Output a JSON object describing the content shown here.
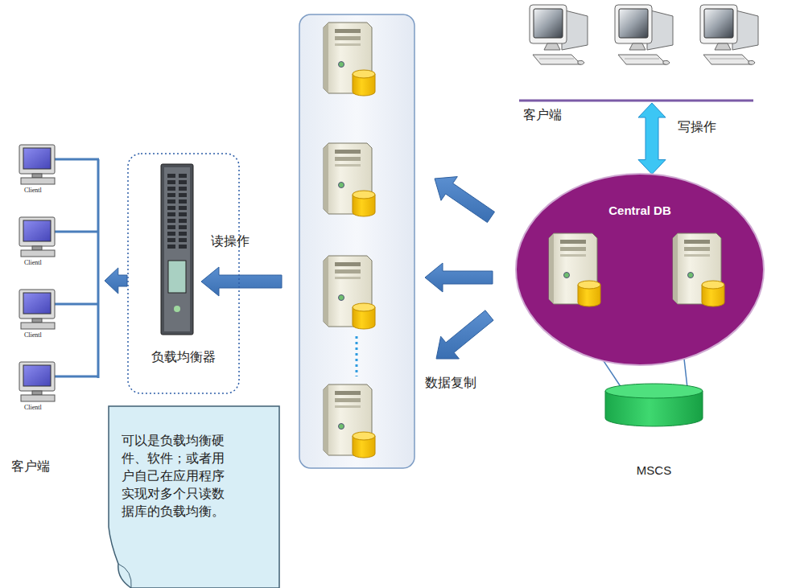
{
  "diagram": {
    "nodes": [
      {
        "text": [
          "客户端"
        ]
      },
      {
        "text": [
          "Clientl"
        ],
        "in": 0
      },
      {
        "text": [
          "Clientl"
        ],
        "in": 0
      },
      {
        "text": [
          "Clientl"
        ],
        "in": 0
      },
      {
        "text": [
          "Clientl"
        ],
        "in": 0
      },
      {
        "text": [
          "负载均衡器"
        ]
      },
      {
        "text": [
          "可以是负载均衡硬件、软件；或者用户自己在应用程序实现对多个只读数据库的负载均衡。"
        ]
      },
      {
        "text": [
          "客户端"
        ]
      },
      {
        "text": [
          "Central DB"
        ]
      },
      {
        "text": [
          "MSCS"
        ]
      }
    ],
    "edges": [
      {
        "from": 5,
        "to": 0,
        "arrow": "to"
      },
      {
        "from": 7,
        "to": 8,
        "arrow": "both",
        "label": "写操作"
      },
      {
        "from": 8,
        "to": 9,
        "arrow": "none"
      },
      {
        "from": 8,
        "to": 9,
        "arrow": "none"
      }
    ],
    "labels": [
      "读操作",
      "数据复制"
    ]
  }
}
